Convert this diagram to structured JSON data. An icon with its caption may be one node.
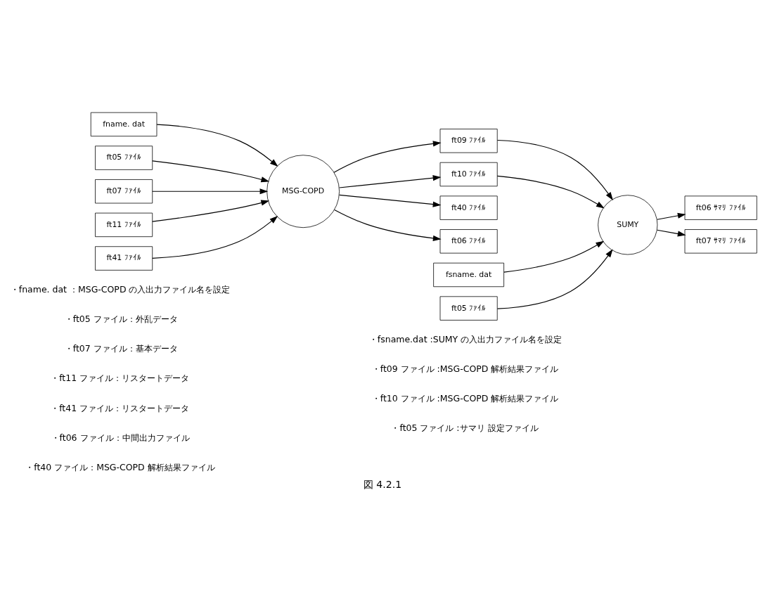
{
  "diagram": {
    "caption": "図 4.2.1",
    "nodes": [
      {
        "text": [
          "fname. dat"
        ]
      },
      {
        "text": [
          "ft05 ﾌｧｲﾙ"
        ]
      },
      {
        "text": [
          "ft07 ﾌｧｲﾙ"
        ]
      },
      {
        "text": [
          "ft11 ﾌｧｲﾙ"
        ]
      },
      {
        "text": [
          "ft41 ﾌｧｲﾙ"
        ]
      },
      {
        "text": [
          "MSG-COPD"
        ]
      },
      {
        "text": [
          "ft09 ﾌｧｲﾙ"
        ]
      },
      {
        "text": [
          "ft10 ﾌｧｲﾙ"
        ]
      },
      {
        "text": [
          "ft40 ﾌｧｲﾙ"
        ]
      },
      {
        "text": [
          "ft06 ﾌｧｲﾙ"
        ]
      },
      {
        "text": [
          "fsname. dat"
        ]
      },
      {
        "text": [
          "ft05 ﾌｧｲﾙ"
        ]
      },
      {
        "text": [
          "SUMY"
        ]
      },
      {
        "text": [
          "ft06 ｻﾏﾘ ﾌｧｲﾙ"
        ]
      },
      {
        "text": [
          "ft07 ｻﾏﾘ ﾌｧｲﾙ"
        ]
      }
    ],
    "edges": [
      {
        "from": 0,
        "to": 5,
        "arrow": "to"
      },
      {
        "from": 1,
        "to": 5,
        "arrow": "to"
      },
      {
        "from": 2,
        "to": 5,
        "arrow": "to"
      },
      {
        "from": 3,
        "to": 5,
        "arrow": "to"
      },
      {
        "from": 4,
        "to": 5,
        "arrow": "to"
      },
      {
        "from": 5,
        "to": 6,
        "arrow": "to"
      },
      {
        "from": 5,
        "to": 7,
        "arrow": "to"
      },
      {
        "from": 5,
        "to": 8,
        "arrow": "to"
      },
      {
        "from": 5,
        "to": 9,
        "arrow": "to"
      },
      {
        "from": 10,
        "to": 12,
        "arrow": "to"
      },
      {
        "from": 11,
        "to": 12,
        "arrow": "to"
      },
      {
        "from": 6,
        "to": 12,
        "arrow": "to"
      },
      {
        "from": 7,
        "to": 12,
        "arrow": "to"
      },
      {
        "from": 12,
        "to": 13,
        "arrow": "to"
      },
      {
        "from": 12,
        "to": 14,
        "arrow": "to"
      }
    ],
    "labels": [
      "・fname. dat ：MSG-COPD の入出力ファイル名を設定",
      "・ft05 ファイル：外乱データ",
      "・ft07 ファイル：基本データ",
      "・ft11 ファイル：リスタートデータ",
      "・ft41 ファイル：リスタートデータ",
      "・ft06 ファイル：中間出力ファイル",
      "・ft40 ファイル：MSG-COPD 解析結果ファイル",
      "・fsname.dat :SUMY の入出力ファイル名を設定",
      "・ft09 ファイル :MSG-COPD 解析結果ファイル",
      "・ft10 ファイル :MSG-COPD 解析結果ファイル",
      "・ft05 ファイル :サマリ 設定ファイル"
    ]
  }
}
